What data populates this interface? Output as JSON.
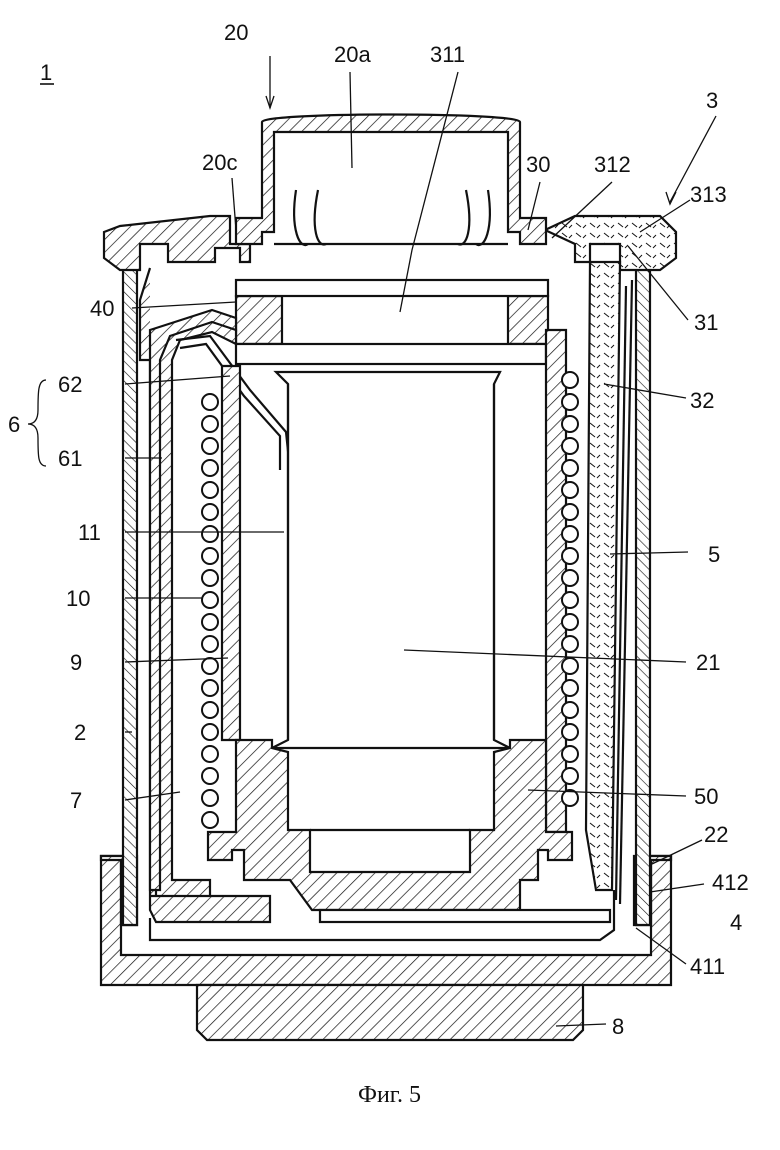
{
  "figure": {
    "caption": "Фиг. 5",
    "assembly_label": "1"
  },
  "labels": {
    "l20": "20",
    "l20a": "20a",
    "l311": "311",
    "l3": "3",
    "l20c": "20c",
    "l30": "30",
    "l312": "312",
    "l313": "313",
    "l40": "40",
    "l31": "31",
    "l62": "62",
    "l6": "6",
    "l32": "32",
    "l61": "61",
    "l11": "11",
    "l5": "5",
    "l10": "10",
    "l9": "9",
    "l21": "21",
    "l2": "2",
    "l7": "7",
    "l50": "50",
    "l22": "22",
    "l412": "412",
    "l4": "4",
    "l411": "411",
    "l8": "8"
  }
}
